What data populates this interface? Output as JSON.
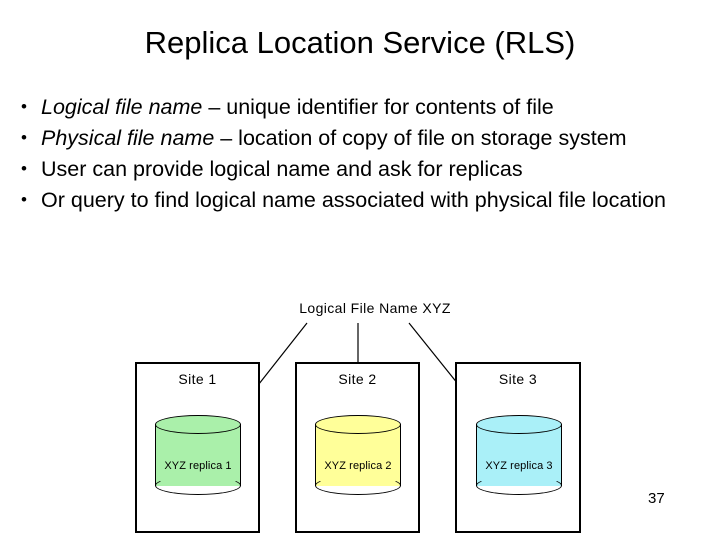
{
  "slide": {
    "title": "Replica Location Service (RLS)",
    "page_number": "37"
  },
  "bullets": [
    {
      "term": "Logical file name",
      "rest": " – unique identifier for contents of file"
    },
    {
      "term": "Physical file name",
      "rest": " – location of copy of file on storage system"
    },
    {
      "term": "",
      "rest": "User can provide logical name and ask for replicas"
    },
    {
      "term": "",
      "rest": "Or query to find logical name associated with physical file location"
    }
  ],
  "diagram": {
    "label": "Logical File Name XYZ",
    "sites": [
      {
        "name": "Site 1",
        "replica": "XYZ replica 1",
        "color": "#aaf0aa"
      },
      {
        "name": "Site 2",
        "replica": "XYZ replica 2",
        "color": "#ffff99"
      },
      {
        "name": "Site 3",
        "replica": "XYZ replica 3",
        "color": "#aaf0f8"
      }
    ]
  }
}
